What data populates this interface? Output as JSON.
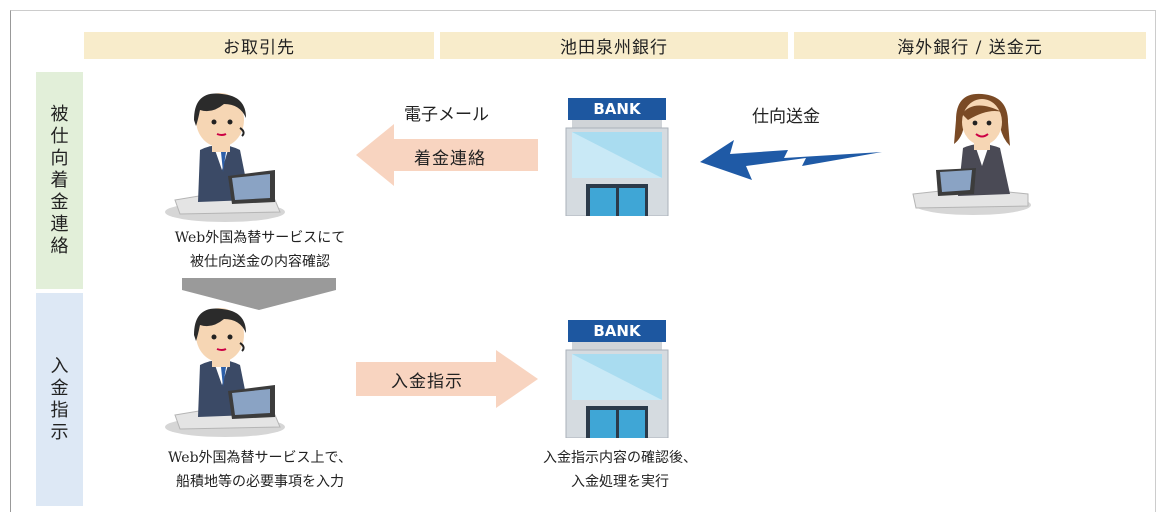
{
  "columns": {
    "client": "お取引先",
    "bank": "池田泉州銀行",
    "overseas": "海外銀行 / 送金元"
  },
  "rows": {
    "notice": [
      "被",
      "仕",
      "向",
      "着",
      "金",
      "連",
      "絡"
    ],
    "instruction": [
      "入",
      "金",
      "指",
      "示"
    ]
  },
  "bank_sign": "BANK",
  "flow": {
    "email_label": "電子メール",
    "arrival_notice": "着金連絡",
    "remittance_label": "仕向送金",
    "deposit_instruction": "入金指示"
  },
  "captions": {
    "client_check_line1": "Web外国為替サービスにて",
    "client_check_line2": "被仕向送金の内容確認",
    "client_input_line1": "Web外国為替サービス上で、",
    "client_input_line2": "船積地等の必要事項を入力",
    "bank_exec_line1": "入金指示内容の確認後、",
    "bank_exec_line2": "入金処理を実行"
  },
  "colors": {
    "header_bg": "#f8eccb",
    "row_notice_bg": "#e2efd9",
    "row_instruction_bg": "#dde8f5",
    "arrow_peach": "#f8d4c0",
    "arrow_blue": "#1f5aa6",
    "arrow_gray": "#999999"
  }
}
